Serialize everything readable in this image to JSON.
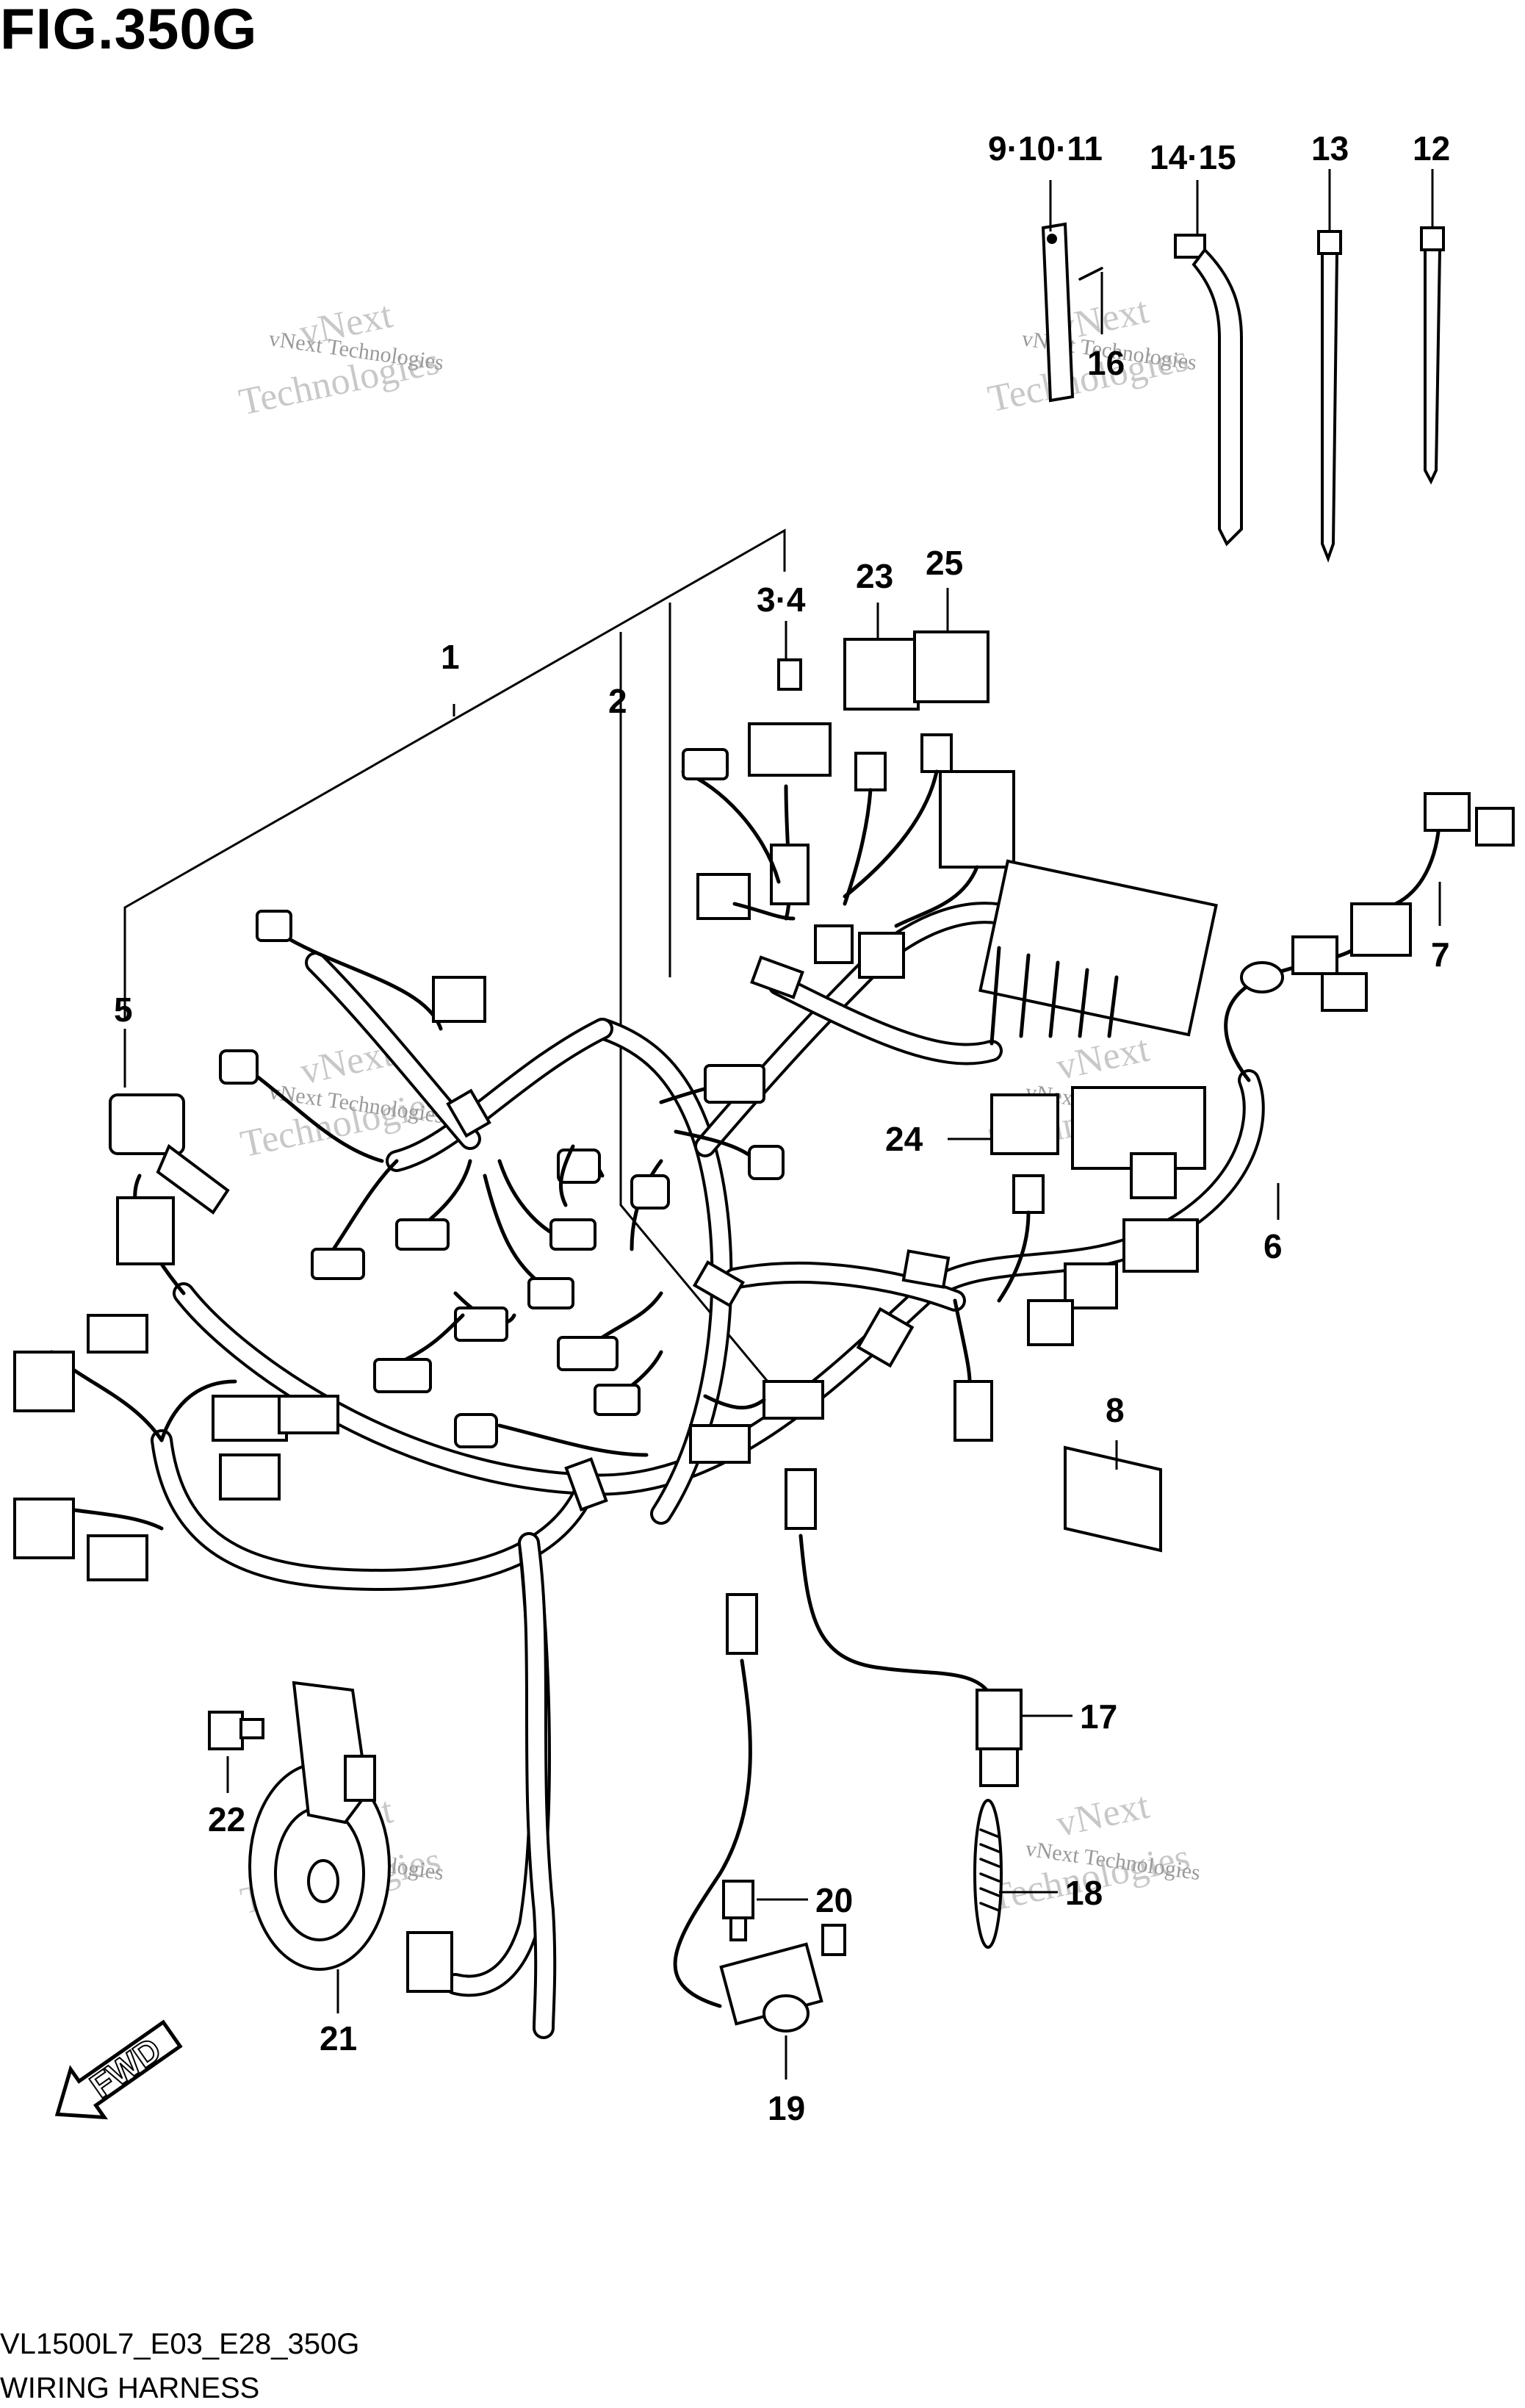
{
  "figure": {
    "title": "FIG.350G",
    "model_code": "VL1500L7_E03_E28_350G",
    "name": "WIRING HARNESS"
  },
  "watermark": {
    "line1": "vNext",
    "line2": "Technologies",
    "caption": "vNext Technologies"
  },
  "direction_arrow": "FWD",
  "part_labels": {
    "p1": "1",
    "p2": "2",
    "p3_4": "3·4",
    "p5": "5",
    "p6": "6",
    "p7": "7",
    "p8": "8",
    "p9_10_11": "9·10·11",
    "p12": "12",
    "p13": "13",
    "p14_15": "14·15",
    "p16": "16",
    "p17": "17",
    "p18": "18",
    "p19": "19",
    "p20": "20",
    "p21": "21",
    "p22": "22",
    "p23": "23",
    "p24": "24",
    "p25": "25"
  }
}
